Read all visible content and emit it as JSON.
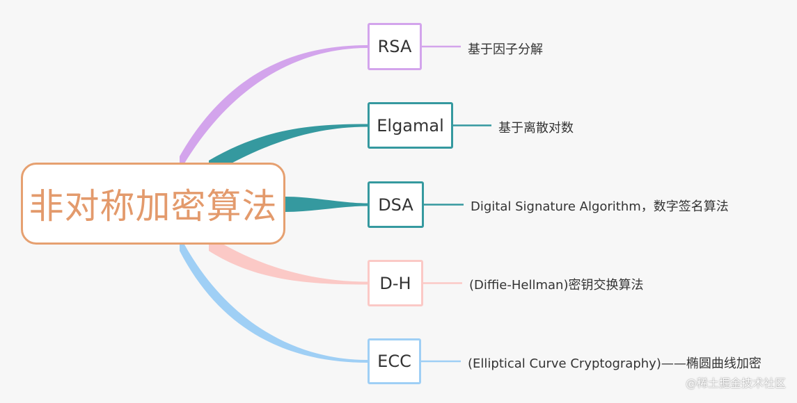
{
  "root": {
    "label": "非对称加密算法",
    "color": "#e6a070"
  },
  "branches": [
    {
      "key": "rsa",
      "label": "RSA",
      "description": "基于因子分解",
      "color": "#d3a4ec"
    },
    {
      "key": "elgamal",
      "label": "Elgamal",
      "description": "基于离散对数",
      "color": "#35999f"
    },
    {
      "key": "dsa",
      "label": "DSA",
      "description": "Digital Signature Algorithm，数字签名算法",
      "color": "#35999f"
    },
    {
      "key": "dh",
      "label": "D-H",
      "description": "(Diffie-Hellman)密钥交换算法",
      "color": "#fbc9c6"
    },
    {
      "key": "ecc",
      "label": "ECC",
      "description": "(Elliptical Curve Cryptography)——椭圆曲线加密",
      "color": "#9fcff5"
    }
  ],
  "watermark": "@稀土掘金技术社区"
}
